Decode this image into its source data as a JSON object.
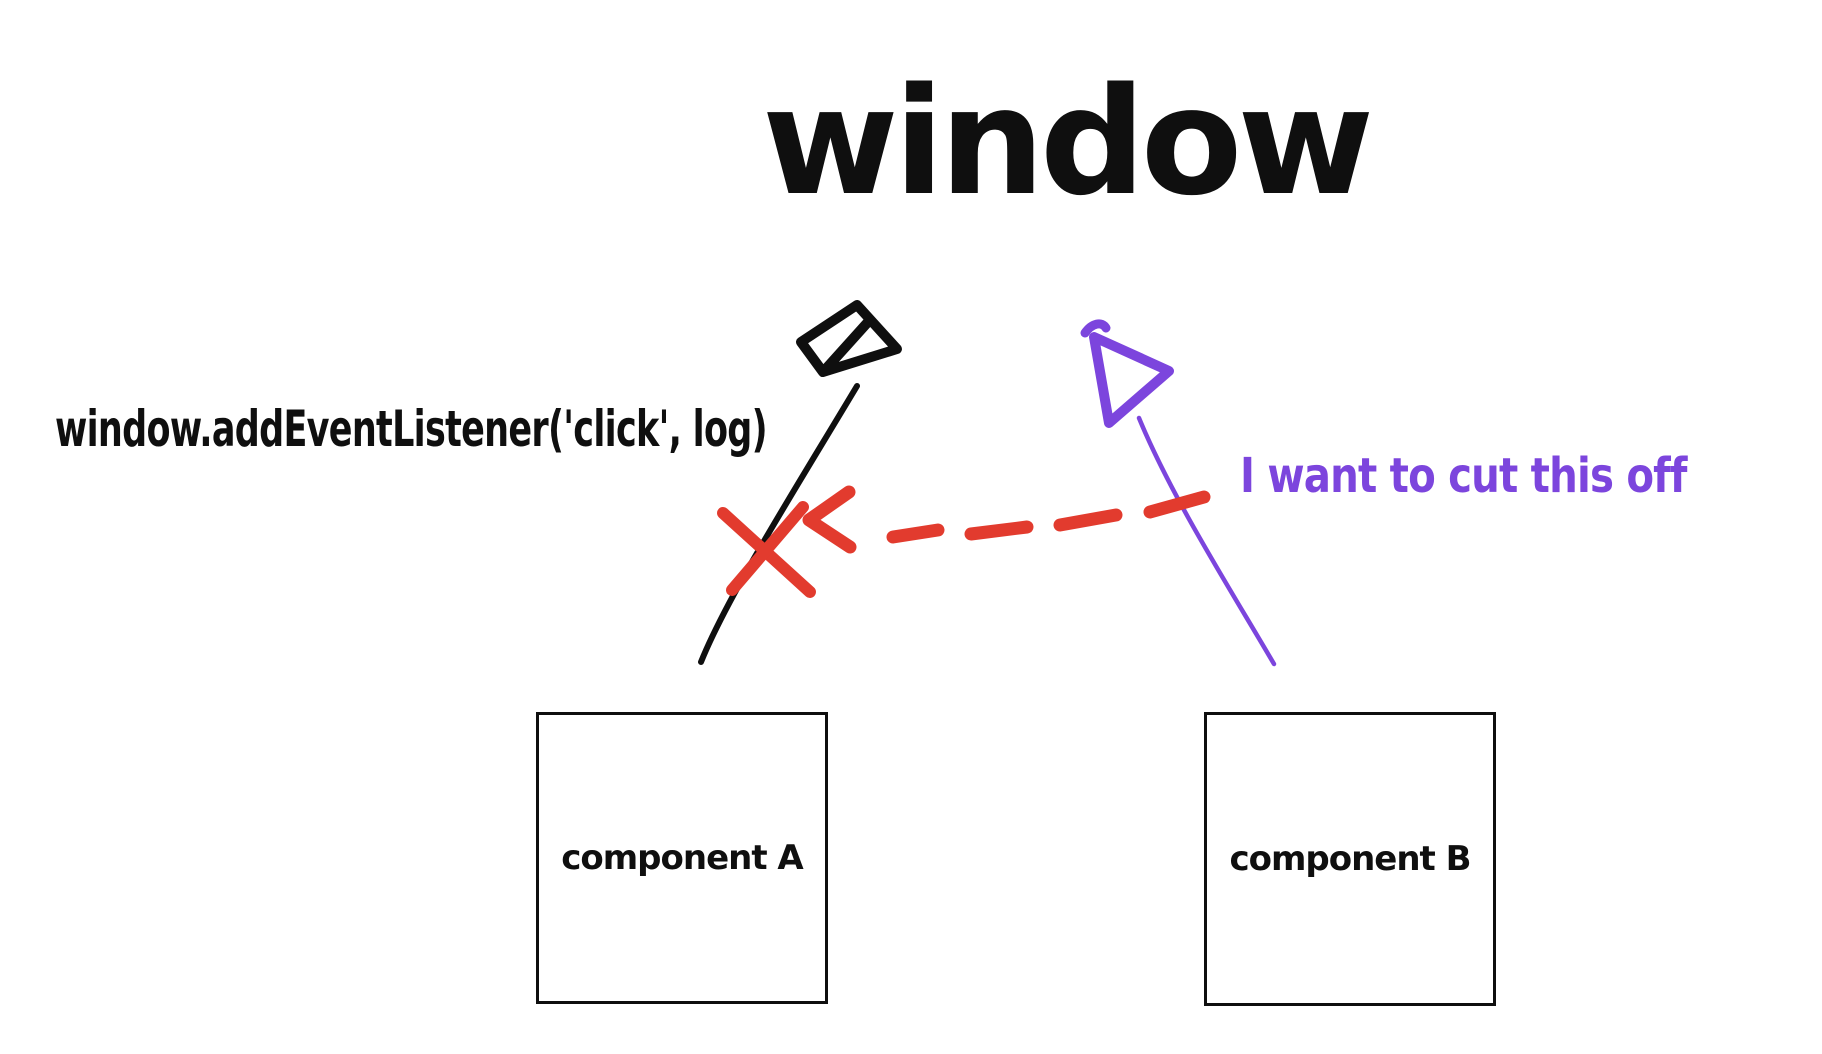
{
  "diagram": {
    "title": "window",
    "listener_label": "window.addEventListener('click', log)",
    "cut_label": "I want to cut this off",
    "component_a_label": "component A",
    "component_b_label": "component B"
  },
  "colors": {
    "ink": "#0f0f0f",
    "red": "#e23b2e",
    "purple": "#7c45dd"
  }
}
